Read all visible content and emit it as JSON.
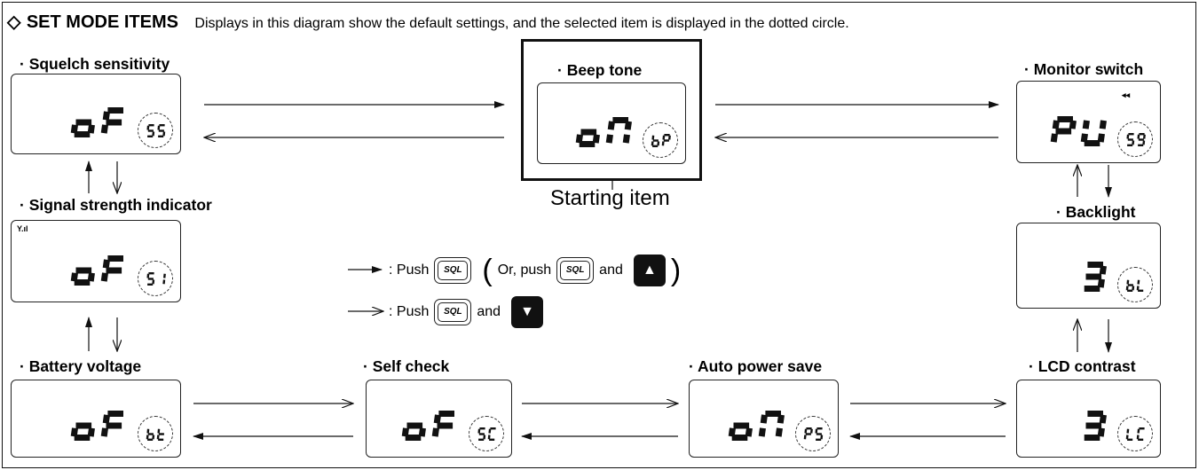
{
  "header": {
    "diamond": "◇",
    "title": "SET MODE ITEMS",
    "description": "Displays in this diagram show the default settings, and the selected item is displayed in the dotted circle."
  },
  "items": {
    "squelch": {
      "label": "· Squelch sensitivity",
      "display": "oF",
      "code": "SS"
    },
    "beep": {
      "label": "· Beep tone",
      "display": "on",
      "code": "bP"
    },
    "monitor": {
      "label": "· Monitor switch",
      "display": "Pu",
      "code": "S9",
      "indicator": "◂◂"
    },
    "signal": {
      "label": "· Signal strength indicator",
      "display": "oF",
      "code": "S1",
      "indicator": "Y.ıl"
    },
    "backlight": {
      "label": "· Backlight",
      "display": "3",
      "code": "bL"
    },
    "battery": {
      "label": "· Battery voltage",
      "display": "oF",
      "code": "bt"
    },
    "selfcheck": {
      "label": "· Self check",
      "display": "oF",
      "code": "SC"
    },
    "powersave": {
      "label": "· Auto power save",
      "display": "on",
      "code": "PS"
    },
    "contrast": {
      "label": "· LCD contrast",
      "display": "3",
      "code": "LC"
    }
  },
  "starting_item": "Starting item",
  "legend": {
    "row1_prefix": ": Push",
    "row1_key": "SQL",
    "row1_or": "Or, push",
    "row1_key2": "SQL",
    "row1_and": "and",
    "up_icon": "up-arrow-key-icon",
    "row2_prefix": ": Push",
    "row2_key": "SQL",
    "row2_and": "and",
    "down_icon": "down-arrow-key-icon"
  },
  "colors": {
    "ink": "#111111",
    "background": "#ffffff"
  }
}
